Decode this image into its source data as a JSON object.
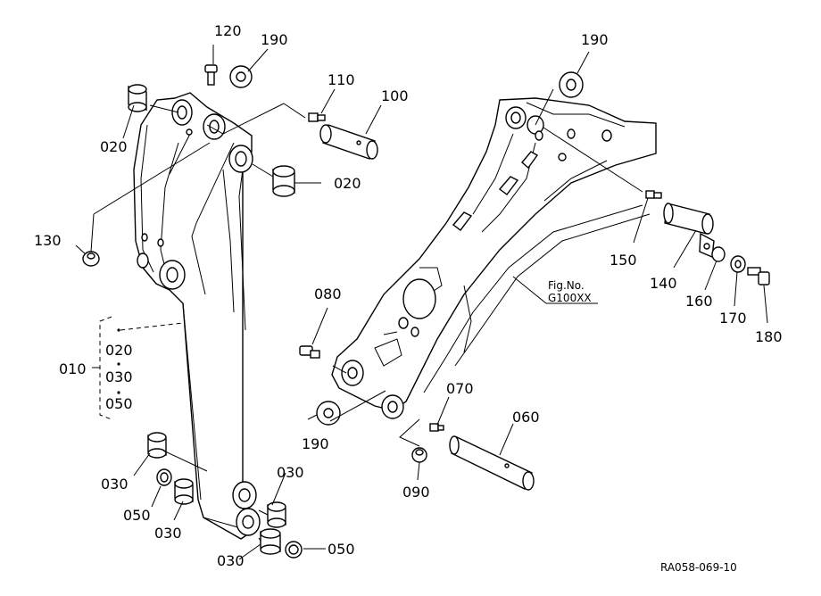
{
  "diagram": {
    "reference_code": "RA058-069-10",
    "figure_note": {
      "line1": "Fig.No.",
      "line2": "G100XX"
    },
    "group_label": "010",
    "group_members": [
      "020",
      "030",
      "050"
    ],
    "callouts": {
      "p120": "120",
      "p190_top_left": "190",
      "p110": "110",
      "p100": "100",
      "p020_left": "020",
      "p020_right": "020",
      "p130": "130",
      "p190_top_right": "190",
      "p150": "150",
      "p140": "140",
      "p160": "160",
      "p170": "170",
      "p180": "180",
      "p080": "080",
      "p070": "070",
      "p060": "060",
      "p190_bottom": "190",
      "p090": "090",
      "p030_a": "030",
      "p050_a": "050",
      "p030_b": "030",
      "p030_c": "030",
      "p030_d": "030",
      "p050_b": "050"
    }
  }
}
